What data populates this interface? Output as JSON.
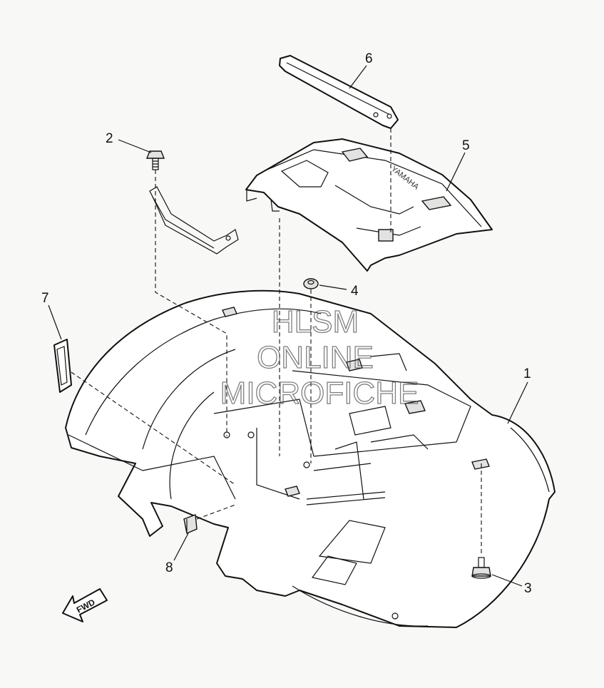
{
  "diagram": {
    "callouts": [
      {
        "id": "1",
        "label": "1"
      },
      {
        "id": "2",
        "label": "2"
      },
      {
        "id": "3",
        "label": "3"
      },
      {
        "id": "4",
        "label": "4"
      },
      {
        "id": "5",
        "label": "5"
      },
      {
        "id": "6",
        "label": "6"
      },
      {
        "id": "7",
        "label": "7"
      },
      {
        "id": "8",
        "label": "8"
      }
    ],
    "watermark": [
      "HLSM",
      "ONLINE",
      "MICROFICHE"
    ],
    "direction_badge": "FWD",
    "embossed_logo": "YAMAHA",
    "colors": {
      "line": "#111111",
      "paper": "#f8f8f6",
      "watermark": "#555555"
    }
  }
}
